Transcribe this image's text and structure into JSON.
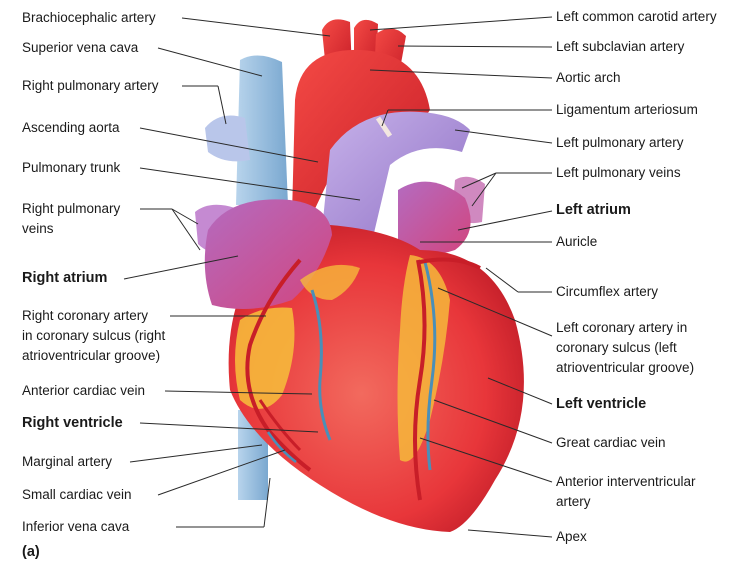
{
  "figure_tag": "(a)",
  "labels_left": {
    "brachiocephalic_artery": "Brachiocephalic artery",
    "superior_vena_cava": "Superior vena cava",
    "right_pulmonary_artery": "Right pulmonary artery",
    "ascending_aorta": "Ascending aorta",
    "pulmonary_trunk": "Pulmonary trunk",
    "right_pulmonary_veins_1": "Right pulmonary",
    "right_pulmonary_veins_2": "veins",
    "right_atrium": "Right atrium",
    "right_coronary_artery_1": "Right coronary artery",
    "right_coronary_artery_2": "in coronary sulcus (right",
    "right_coronary_artery_3": "atrioventricular groove)",
    "anterior_cardiac_vein": "Anterior cardiac vein",
    "right_ventricle": "Right ventricle",
    "marginal_artery": "Marginal artery",
    "small_cardiac_vein": "Small cardiac vein",
    "inferior_vena_cava": "Inferior vena cava"
  },
  "labels_right": {
    "left_common_carotid_artery": "Left common carotid artery",
    "left_subclavian_artery": "Left subclavian artery",
    "aortic_arch": "Aortic arch",
    "ligamentum_arteriosum": "Ligamentum arteriosum",
    "left_pulmonary_artery": "Left pulmonary artery",
    "left_pulmonary_veins": "Left pulmonary veins",
    "left_atrium": "Left atrium",
    "auricle": "Auricle",
    "circumflex_artery": "Circumflex artery",
    "left_coronary_artery_1": "Left coronary artery in",
    "left_coronary_artery_2": "coronary sulcus (left",
    "left_coronary_artery_3": "atrioventricular groove)",
    "left_ventricle": "Left ventricle",
    "great_cardiac_vein": "Great cardiac vein",
    "anterior_interventricular_1": "Anterior interventricular",
    "anterior_interventricular_2": "artery",
    "apex": "Apex"
  },
  "colors": {
    "myocardium": "#e8363a",
    "aorta": "#e83a3a",
    "pulmonary": "#a98bd6",
    "vena_cava": "#9cc0e0",
    "fat": "#f6b93b",
    "vessels_artery": "#d61f2a",
    "vessels_vein": "#4a8fb8"
  }
}
